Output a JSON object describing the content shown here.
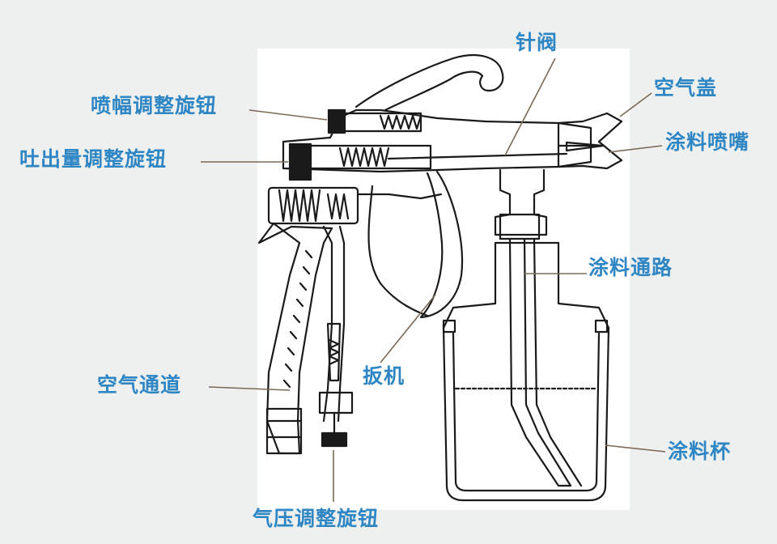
{
  "colors": {
    "background": "#eef0ef",
    "drawing_paper": "#ffffff",
    "line_art": "#1a1a1a",
    "label_text": "#2f86c4",
    "leader_line": "#7a6a55"
  },
  "labels": {
    "needle_valve": "针阀",
    "air_cap": "空气盖",
    "spray_width_knob": "喷幅调整旋钮",
    "paint_nozzle": "涂料喷嘴",
    "output_adjust_knob": "吐出量调整旋钮",
    "paint_channel": "涂料通路",
    "trigger": "扳机",
    "air_passage": "空气通道",
    "paint_cup": "涂料杯",
    "air_pressure_knob": "气压调整旋钮"
  }
}
